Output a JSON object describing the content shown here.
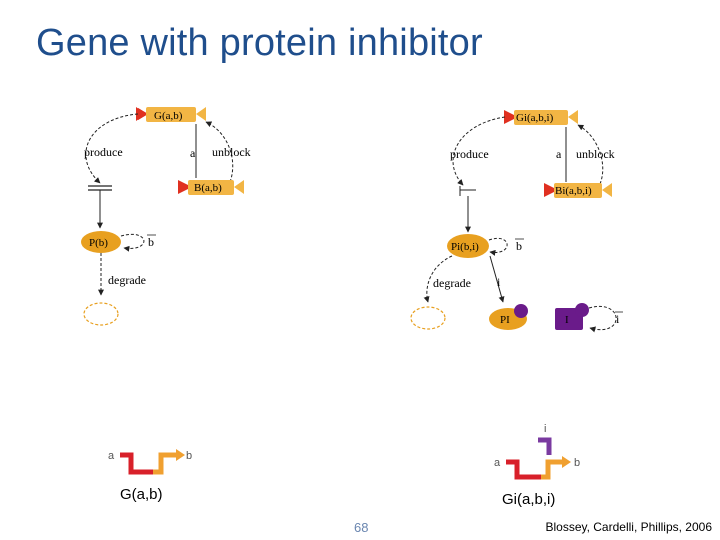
{
  "slide": {
    "title": "Gene with protein inhibitor",
    "page_number": "68",
    "credit": "Blossey, Cardelli, Phillips, 2006"
  },
  "left": {
    "gene": "G(a,b)",
    "produce": "produce",
    "a": "a",
    "unblock": "unblock",
    "blocked": "B(a,b)",
    "protein": "P(b)",
    "b_self": "b",
    "degrade": "degrade"
  },
  "right": {
    "gene": "Gi(a,b,i)",
    "produce": "produce",
    "a": "a",
    "unblock": "unblock",
    "blocked": "Bi(a,b,i)",
    "protein": "Pi(b,i)",
    "b_self": "b",
    "degrade": "degrade",
    "i_label": "i",
    "complex": "PI",
    "inhibitor": "I",
    "i_self": "i"
  },
  "gene_symbols": {
    "left_a": "a",
    "left_b": "b",
    "right_a": "a",
    "right_b": "b",
    "right_i": "i",
    "left_caption": "G(a,b)",
    "right_caption": "Gi(a,b,i)"
  },
  "colors": {
    "title": "#1f4e8c",
    "gene_body": "#f2b544",
    "bowtie_red": "#e03020",
    "protein": "#e8a020",
    "purple": "#6a1b8a",
    "gene_red": "#d8202a",
    "gene_orange": "#f0a030",
    "gene_purple": "#7a3aa0"
  }
}
